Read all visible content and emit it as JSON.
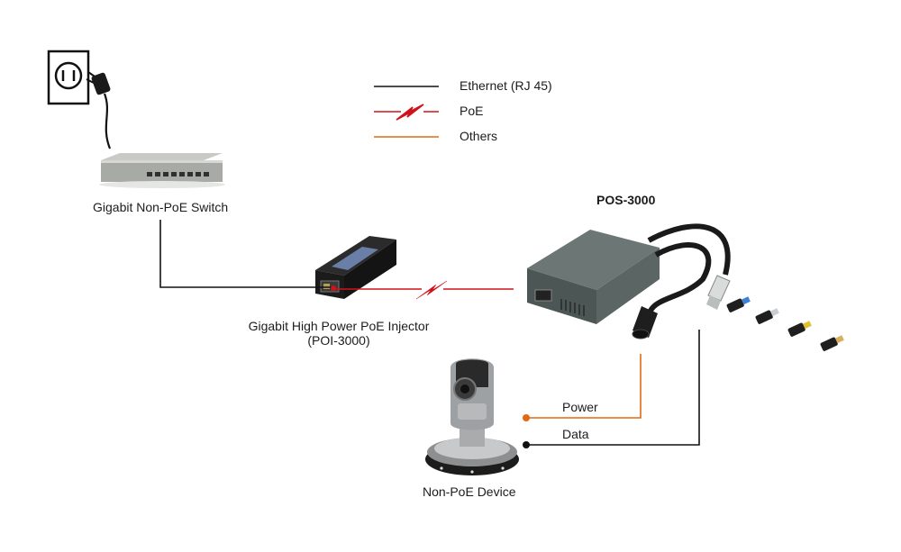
{
  "legend": {
    "items": [
      {
        "label": "Ethernet (RJ 45)",
        "color": "#111111"
      },
      {
        "label": "PoE",
        "color": "#d0121b"
      },
      {
        "label": "Others",
        "color": "#e06a12"
      }
    ]
  },
  "devices": {
    "switch": {
      "label": "Gigabit Non-PoE Switch"
    },
    "injector": {
      "label_line1": "Gigabit High Power PoE Injector",
      "label_line2": "(POI-3000)"
    },
    "splitter": {
      "label": "POS-3000"
    },
    "endpoint": {
      "label": "Non-PoE Device"
    }
  },
  "connections": {
    "power_label": "Power",
    "data_label": "Data"
  },
  "colors": {
    "ethernet": "#111111",
    "poe": "#d0121b",
    "others": "#e06a12",
    "device_dark": "#4a5452",
    "device_body": "#5d6866"
  }
}
